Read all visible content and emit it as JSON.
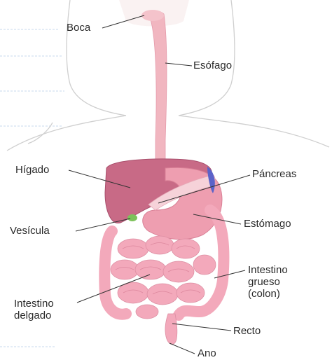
{
  "labels": {
    "boca": "Boca",
    "esofago": "Esófago",
    "higado": "Hígado",
    "pancreas": "Páncreas",
    "vesicula": "Vesícula",
    "estomago": "Estómago",
    "intestino_grueso": "Intestino\ngrueso\n(colon)",
    "intestino_delgado": "Intestino\ndelgado",
    "recto": "Recto",
    "ano": "Ano"
  },
  "colors": {
    "body_outline": "#c9c9c9",
    "esophagus": "#f1b6c0",
    "liver": "#c86a86",
    "stomach": "#ee9eb0",
    "intestine": "#f3a9bb",
    "gallbladder": "#7cc25a",
    "pancreas_tip": "#5c63c9",
    "leader": "#333333",
    "notebook_line": "#9bbcdf"
  }
}
